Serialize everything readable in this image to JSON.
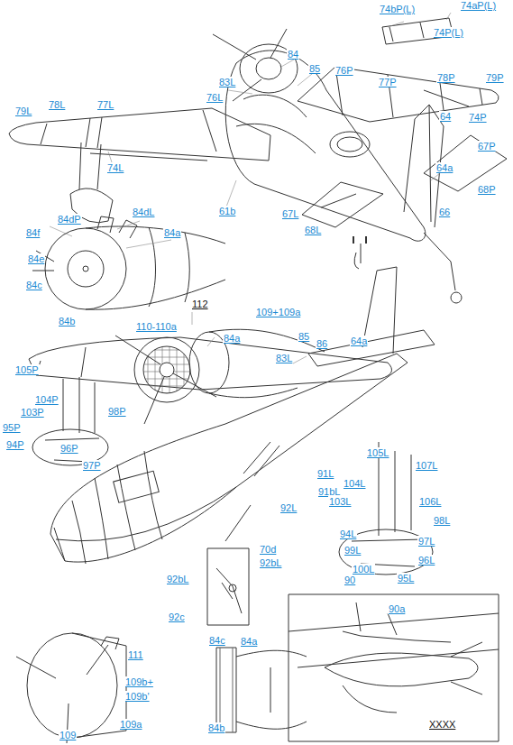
{
  "diagram": {
    "labels": [
      "74bP(L)",
      "74aP(L)",
      "74P(L)",
      "84",
      "85",
      "83L",
      "76P",
      "77P",
      "78P",
      "79P",
      "79L",
      "78L",
      "77L",
      "76L",
      "74P",
      "64",
      "67P",
      "74L",
      "68P",
      "64a",
      "61b",
      "67L",
      "68L",
      "66",
      "84dP",
      "84dL",
      "84f",
      "84a",
      "84e",
      "84c",
      "84b",
      "112",
      "109+109a",
      "110-110a",
      "84a",
      "85",
      "86",
      "64a",
      "83L",
      "105P",
      "104P",
      "103P",
      "98P",
      "95P",
      "94P",
      "96P",
      "97P",
      "91L",
      "91bL",
      "92L",
      "105L",
      "104L",
      "103L",
      "107L",
      "106L",
      "98L",
      "97L",
      "94L",
      "99L",
      "96L",
      "95L",
      "100L",
      "70d",
      "92bL",
      "92bL",
      "92c",
      "84c",
      "84a",
      "84b",
      "111",
      "109b+",
      "109b'",
      "109a",
      "109",
      "90",
      "90a",
      "XXXX"
    ]
  }
}
